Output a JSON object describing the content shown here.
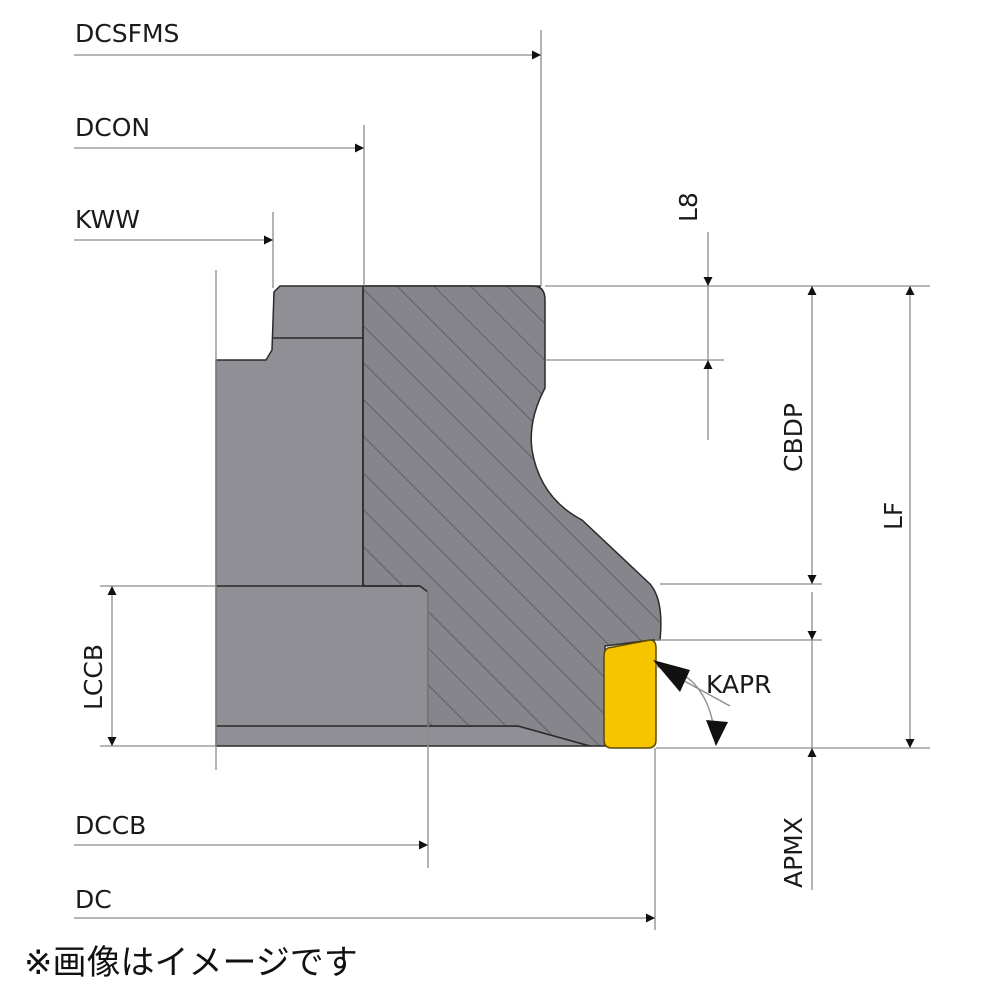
{
  "dimension_labels": {
    "dcsfms": "DCSFMS",
    "dcon": "DCON",
    "kww": "KWW",
    "l8": "L8",
    "cbdp": "CBDP",
    "lf": "LF",
    "lccb": "LCCB",
    "kapr": "KAPR",
    "dccb": "DCCB",
    "dc": "DC",
    "apmx": "APMX"
  },
  "footnote": "※画像はイメージです",
  "colors": {
    "body_gray": "#8f8f95",
    "section_gray": "#85858b",
    "insert_yellow": "#f7c400",
    "hatch": "#55555a",
    "dimension_line": "#8c8c8c",
    "arrow": "#111111"
  }
}
